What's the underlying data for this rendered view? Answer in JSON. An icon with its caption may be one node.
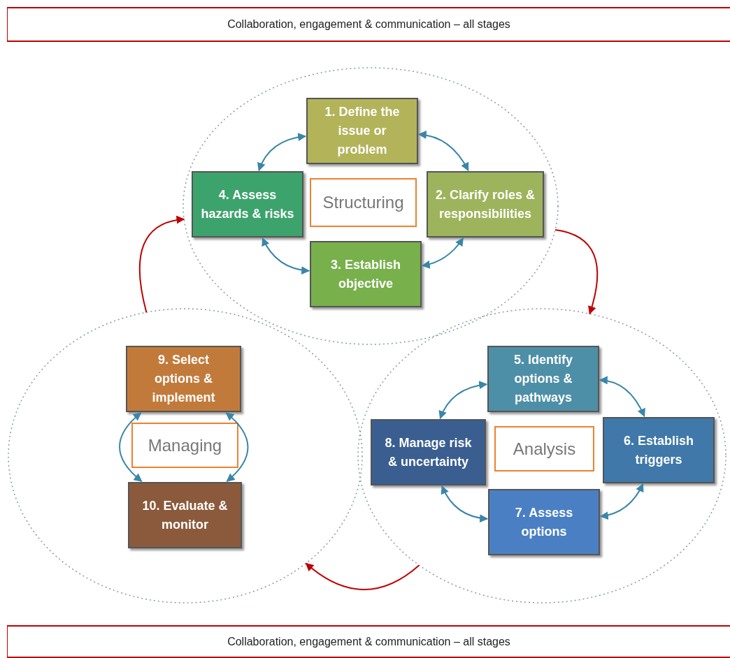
{
  "diagram": {
    "nodes": [
      {
        "text": [
          "Collaboration, engagement & communication – all stages"
        ]
      },
      {
        "text": [],
        "shape": "circle"
      },
      {
        "text": [
          "Structuring"
        ],
        "in": 1
      },
      {
        "text": [
          "1. Define the issue or problem"
        ],
        "in": 1
      },
      {
        "text": [
          "2. Clarify roles & responsibilities"
        ],
        "in": 1
      },
      {
        "text": [
          "3. Establish objective"
        ],
        "in": 1
      },
      {
        "text": [
          "4. Assess hazards & risks"
        ],
        "in": 1
      },
      {
        "text": [],
        "shape": "circle"
      },
      {
        "text": [
          "Analysis"
        ],
        "in": 7
      },
      {
        "text": [
          "5. Identify options & pathways"
        ],
        "in": 7
      },
      {
        "text": [
          "6. Establish triggers"
        ],
        "in": 7
      },
      {
        "text": [
          "7. Assess options"
        ],
        "in": 7
      },
      {
        "text": [
          "8. Manage risk & uncertainty"
        ],
        "in": 7
      },
      {
        "text": [],
        "shape": "circle"
      },
      {
        "text": [
          "Managing"
        ],
        "in": 13
      },
      {
        "text": [
          "9. Select options & implement"
        ],
        "in": 13
      },
      {
        "text": [
          "10. Evaluate & monitor"
        ],
        "in": 13
      },
      {
        "text": [
          "Collaboration, engagement & communication – all stages"
        ]
      }
    ],
    "edges": [
      {
        "from": 3,
        "to": 4,
        "arrow": "both"
      },
      {
        "from": 4,
        "to": 5,
        "arrow": "both"
      },
      {
        "from": 5,
        "to": 6,
        "arrow": "both"
      },
      {
        "from": 6,
        "to": 3,
        "arrow": "both"
      },
      {
        "from": 1,
        "to": 7,
        "arrow": "to",
        "color": "#c00000"
      },
      {
        "from": 9,
        "to": 10,
        "arrow": "both"
      },
      {
        "from": 10,
        "to": 11,
        "arrow": "both"
      },
      {
        "from": 11,
        "to": 12,
        "arrow": "both"
      },
      {
        "from": 12,
        "to": 9,
        "arrow": "both"
      },
      {
        "from": 7,
        "to": 13,
        "arrow": "to",
        "color": "#c00000"
      },
      {
        "from": 15,
        "to": 16,
        "arrow": "both"
      },
      {
        "from": 15,
        "to": 16,
        "arrow": "both"
      },
      {
        "from": 13,
        "to": 1,
        "arrow": "to",
        "color": "#c00000"
      }
    ]
  }
}
